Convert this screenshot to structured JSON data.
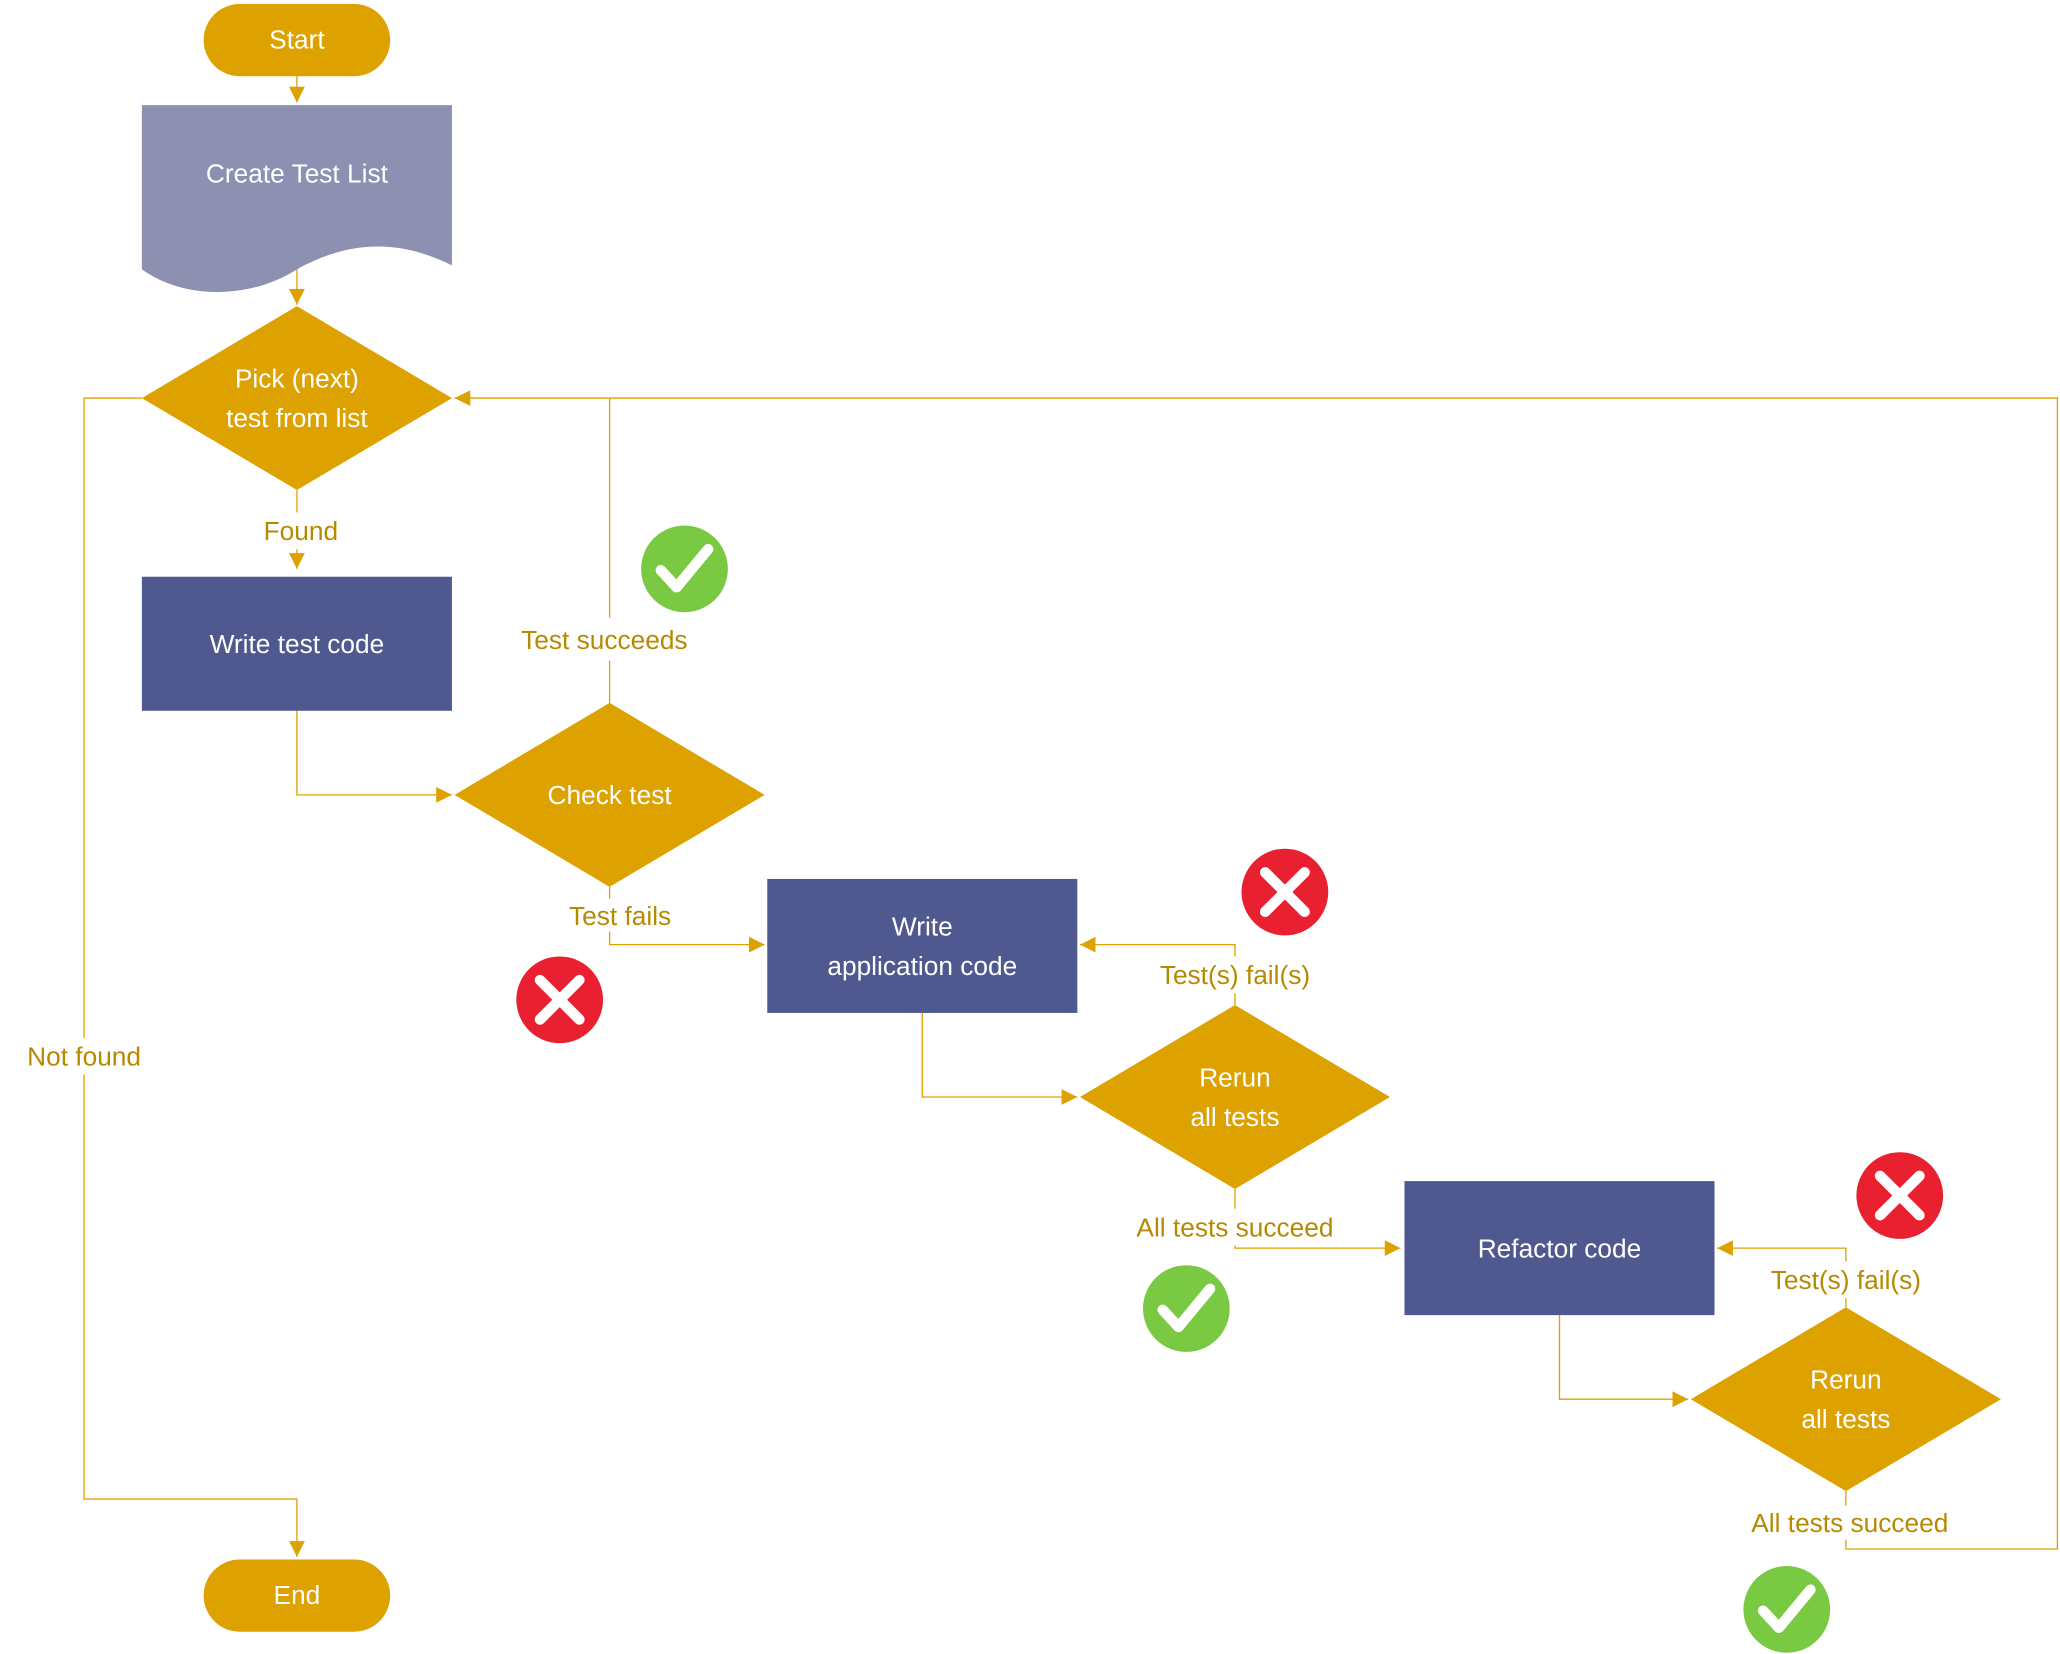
{
  "nodes": {
    "start": "Start",
    "create_list": "Create Test List",
    "pick_line1": "Pick (next)",
    "pick_line2": "test from list",
    "write_test": "Write test code",
    "check_test": "Check test",
    "write_app_line1": "Write",
    "write_app_line2": "application code",
    "rerun1_line1": "Rerun",
    "rerun1_line2": "all tests",
    "refactor": "Refactor code",
    "rerun2_line1": "Rerun",
    "rerun2_line2": "all tests",
    "end": "End"
  },
  "edges": {
    "found": "Found",
    "not_found": "Not found",
    "test_succeeds": "Test succeeds",
    "test_fails": "Test fails",
    "tests_fail_1": "Test(s) fail(s)",
    "all_succeed_1": "All tests succeed",
    "tests_fail_2": "Test(s) fail(s)",
    "all_succeed_2": "All tests succeed"
  },
  "icons": {
    "success": "check-circle-icon",
    "failure": "x-circle-icon"
  },
  "colors": {
    "terminal": "#DDA200",
    "decision": "#DDA200",
    "process": "#50598F",
    "document": "#8E90B1",
    "connector": "#DDA200",
    "edge_label": "#B68A00",
    "success": "#7AC943",
    "failure": "#E8202F"
  }
}
